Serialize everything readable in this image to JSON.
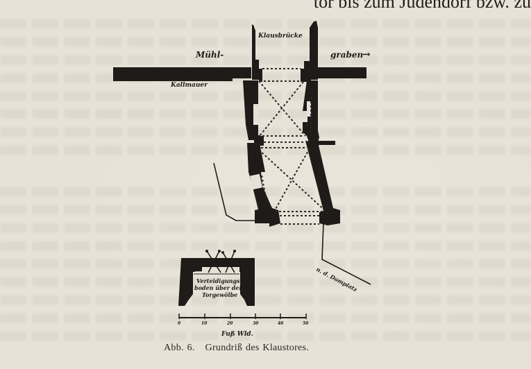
{
  "page": {
    "top_text_fragment": "tor bis zum Judendorf bzw. zu",
    "background_color": "#e7e2d7",
    "ink_color": "#1e1b18"
  },
  "figure": {
    "caption_number": "Abb. 6.",
    "caption_title": "Grundriß des Klaustores.",
    "labels": {
      "bridge": "Klausbrücke",
      "moat_left": "Mühl-",
      "moat_right": "graben",
      "moat_arrow": "→",
      "wall": "Kallmauer",
      "square": "n. d. Domplatz",
      "inset_line1": "Verteidigungs-",
      "inset_line2": "boden über dem",
      "inset_line3": "Torgewölbe"
    },
    "scale": {
      "ticks": [
        "0",
        "10",
        "20",
        "30",
        "40",
        "50"
      ],
      "unit": "Fuß Wld."
    }
  }
}
